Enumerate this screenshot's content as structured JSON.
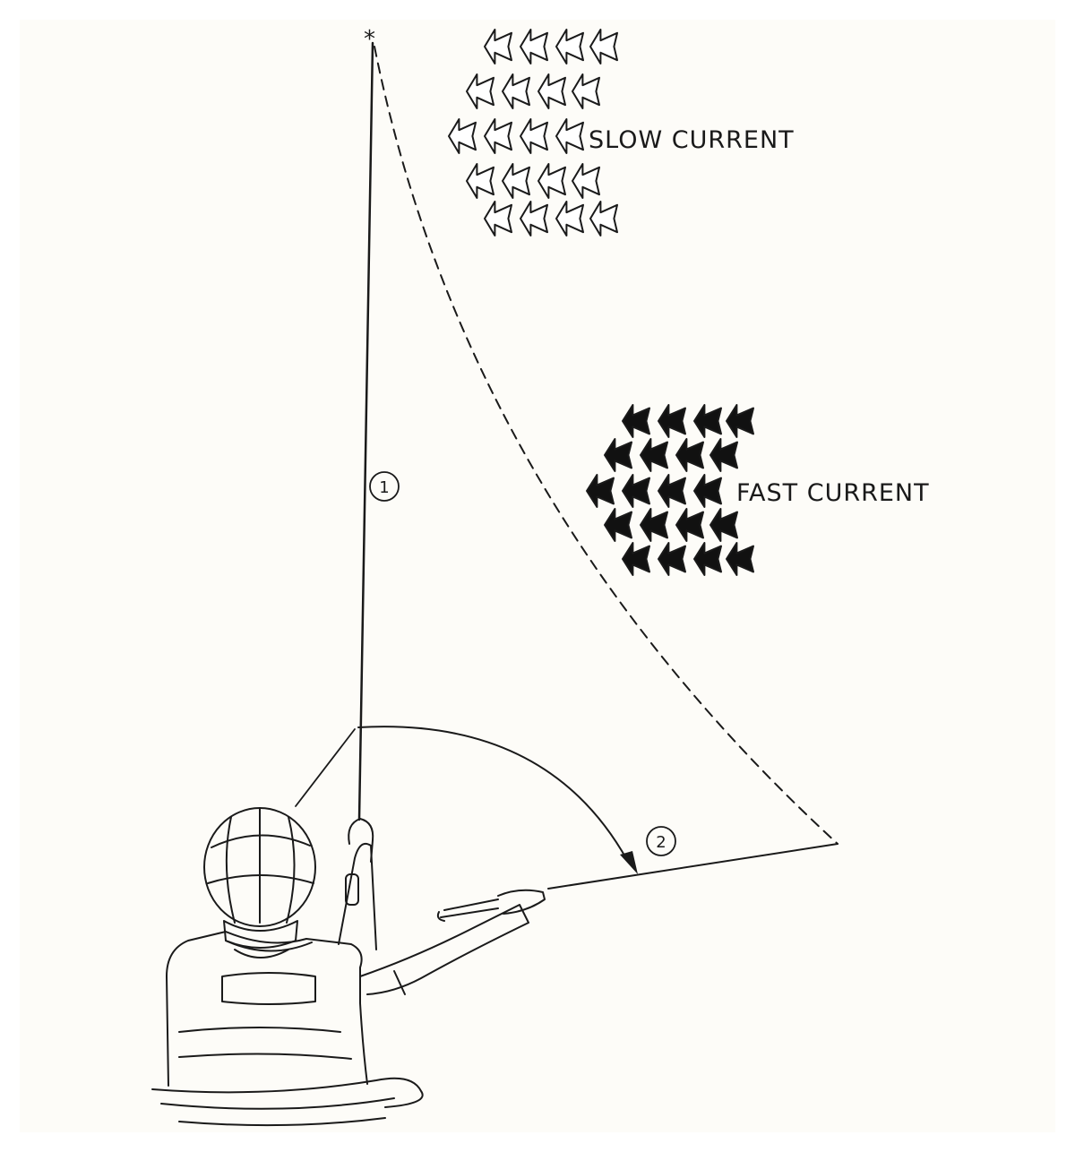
{
  "diagram": {
    "slow_current": {
      "label": "SLOW CURRENT",
      "arrow_fill": "#ffffff",
      "direction": "left"
    },
    "fast_current": {
      "label": "FAST CURRENT",
      "arrow_fill": "#111111",
      "direction": "left"
    },
    "step_1": "1",
    "step_2": "2",
    "rod_tip_marker": "*",
    "colors": {
      "ink": "#1a1a1a",
      "background": "#fdfcf8",
      "border": "#ffffff"
    }
  }
}
